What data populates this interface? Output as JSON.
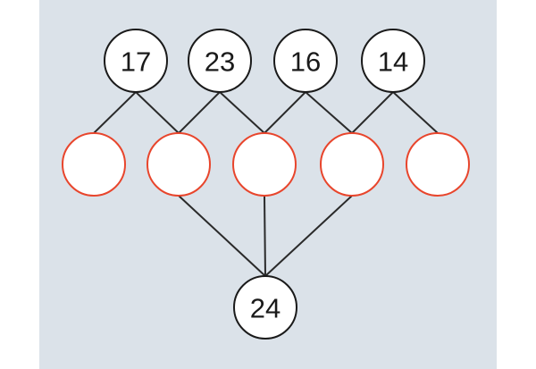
{
  "colors": {
    "panel_background": "#dbe2e9",
    "page_background": "#ffffff",
    "node_fill": "#ffffff",
    "node_stroke": "#1a1a1a",
    "empty_node_stroke": "#e8452c",
    "edge": "#2a2a2a"
  },
  "top_nodes": [
    {
      "value": "17"
    },
    {
      "value": "23"
    },
    {
      "value": "16"
    },
    {
      "value": "14"
    }
  ],
  "middle_nodes": [
    {
      "value": ""
    },
    {
      "value": ""
    },
    {
      "value": ""
    },
    {
      "value": ""
    },
    {
      "value": ""
    }
  ],
  "bottom_node": {
    "value": "24"
  },
  "edges_top_to_middle": [
    [
      0,
      0
    ],
    [
      0,
      1
    ],
    [
      1,
      1
    ],
    [
      1,
      2
    ],
    [
      2,
      2
    ],
    [
      2,
      3
    ],
    [
      3,
      3
    ],
    [
      3,
      4
    ]
  ],
  "edges_middle_to_bottom": [
    1,
    2,
    3
  ]
}
